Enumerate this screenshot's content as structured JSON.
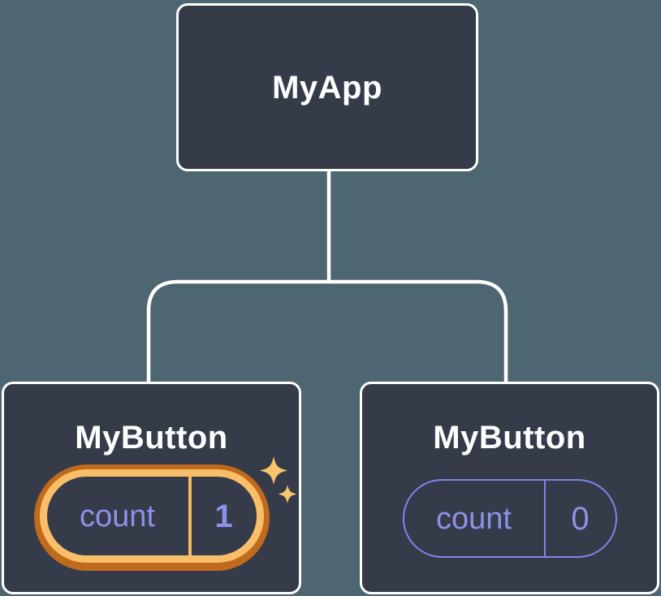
{
  "colors": {
    "page_bg": "#4e6671",
    "node_bg": "#353b49",
    "node_border": "#ffffff",
    "connector": "#ffffff",
    "label_text": "#ffffff",
    "state_text": "#8b92e9",
    "state_pill_border": "#7e86e8",
    "highlight_orange_dark": "#bf6a1d",
    "highlight_orange_light": "#f9be68",
    "highlight_divider": "#f6b964",
    "sparkle": "#fbc36e"
  },
  "diagram": {
    "type": "component-tree",
    "root": {
      "label": "MyApp"
    },
    "children": [
      {
        "label": "MyButton",
        "state_key": "count",
        "state_value": "1",
        "highlighted": true
      },
      {
        "label": "MyButton",
        "state_key": "count",
        "state_value": "0",
        "highlighted": false
      }
    ]
  }
}
